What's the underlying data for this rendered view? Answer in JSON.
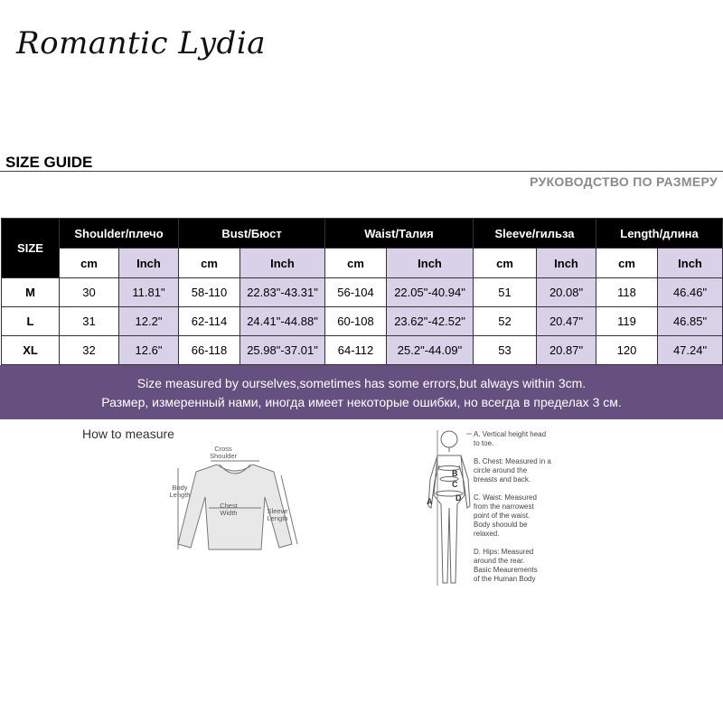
{
  "brand": "Romantic Lydia",
  "guide": {
    "title": "SIZE GUIDE",
    "subtitle": "РУКОВОДСТВО ПО РАЗМЕРУ"
  },
  "table": {
    "size_header": "SIZE",
    "groups": [
      "Shoulder/плечо",
      "Bust/Бюст",
      "Waist/Талия",
      "Sleeve/гильза",
      "Length/длина"
    ],
    "units": {
      "cm": "cm",
      "inch": "Inch"
    },
    "rows": [
      {
        "size": "M",
        "cells": [
          "30",
          "11.81\"",
          "58-110",
          "22.83\"-43.31\"",
          "56-104",
          "22.05\"-40.94\"",
          "51",
          "20.08\"",
          "118",
          "46.46\""
        ]
      },
      {
        "size": "L",
        "cells": [
          "31",
          "12.2\"",
          "62-114",
          "24.41\"-44.88\"",
          "60-108",
          "23.62\"-42.52\"",
          "52",
          "20.47\"",
          "119",
          "46.85\""
        ]
      },
      {
        "size": "XL",
        "cells": [
          "32",
          "12.6\"",
          "66-118",
          "25.98\"-37.01\"",
          "64-112",
          "25.2\"-44.09\"",
          "53",
          "20.87\"",
          "120",
          "47.24\""
        ]
      }
    ]
  },
  "note": {
    "en": "Size measured by ourselves,sometimes has some errors,but always within 3cm.",
    "ru": "Размер, измеренный нами, иногда имеет некоторые ошибки, но всегда в пределах 3 см."
  },
  "measure": {
    "title": "How to measure",
    "sweater_labels": {
      "cross_shoulder": [
        "Cross",
        "Shoulder"
      ],
      "body_length": [
        "Body",
        "Length"
      ],
      "chest_width": [
        "Chest",
        "Width"
      ],
      "sleeve_length": [
        "Sleeve",
        "Length"
      ]
    },
    "figure_letters": [
      "A",
      "B",
      "C",
      "D"
    ],
    "notes": [
      [
        "A. Vertical height head",
        "to toe."
      ],
      [
        "B. Chest: Measured in a",
        "circle around the",
        "breasts and back."
      ],
      [
        "C. Waist: Measured",
        "from the narrowest",
        "point of the waist.",
        "Body shoould be",
        "relaxed."
      ],
      [
        "D. Hips: Measured",
        "around the rear.",
        "Basic Meaurements",
        "of the Human Body"
      ]
    ]
  }
}
